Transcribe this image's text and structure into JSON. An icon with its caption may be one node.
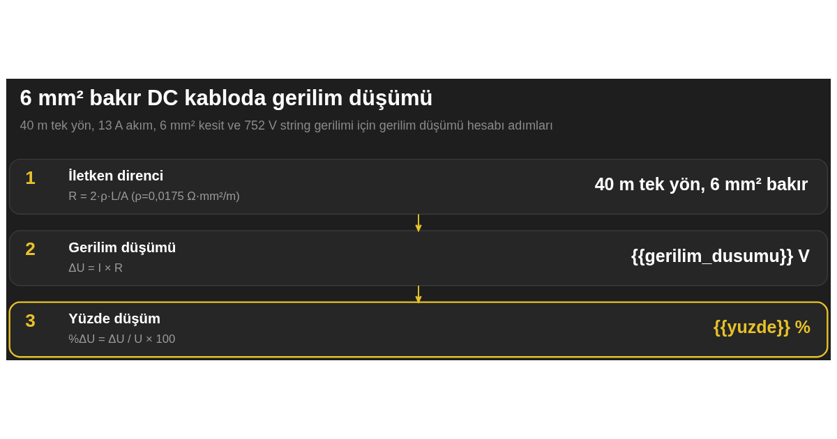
{
  "diagram": {
    "title": "6 mm² bakır DC kabloda gerilim düşümü",
    "caption": "40 m tek yön, 13 A akım, 6 mm² kesit ve 752 V string gerilimi için gerilim düşümü hesabı adımları",
    "nodes": [
      {
        "text": [
          "1",
          "İletken direnci",
          "R = 2·ρ·L/A (ρ=0,0175 Ω·mm²/m)",
          "40 m tek yön, 6 mm² bakır"
        ]
      },
      {
        "text": [
          "2",
          "Gerilim düşümü",
          "ΔU = I × R",
          "{{gerilim_dusumu}} V"
        ]
      },
      {
        "text": [
          "3",
          "Yüzde düşüm",
          "%ΔU = ΔU / U × 100",
          "{{yuzde}} %"
        ]
      }
    ],
    "edges": [
      {
        "from": 0,
        "to": 1,
        "arrow": "to"
      },
      {
        "from": 1,
        "to": 2,
        "arrow": "to"
      }
    ]
  }
}
